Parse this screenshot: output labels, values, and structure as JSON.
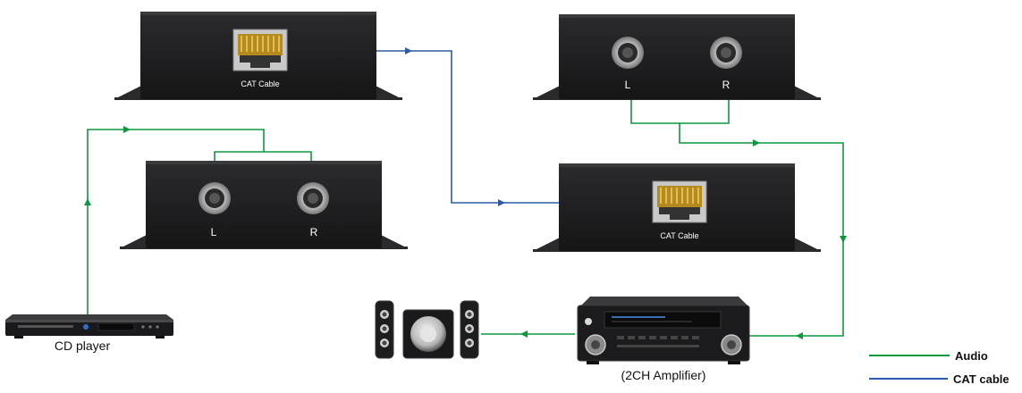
{
  "colors": {
    "audio": "#0a9a3c",
    "cat": "#2a5ca8",
    "device": "#1e1e20",
    "flange": "#2a2a2c"
  },
  "labels": {
    "tx_cat_port": "CAT Cable",
    "rx_cat_port": "CAT Cable",
    "rx_left": "L",
    "rx_right": "R",
    "tx_left": "L",
    "tx_right": "R",
    "cd_player": "CD player",
    "amplifier": "(2CH Amplifier)"
  },
  "legend": [
    {
      "label": "Audio",
      "color": "#0a9a3c"
    },
    {
      "label": "CAT cable",
      "color": "#2a5ca8"
    }
  ]
}
